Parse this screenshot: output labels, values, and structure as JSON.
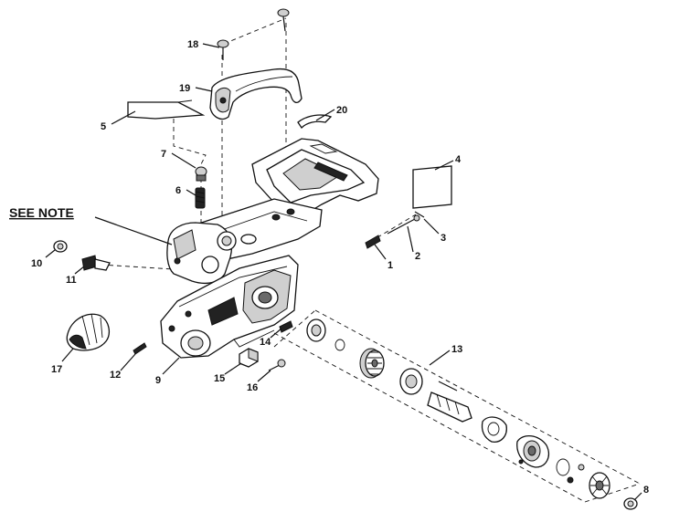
{
  "note_label": "SEE NOTE",
  "callouts": {
    "c1": "1",
    "c2": "2",
    "c3": "3",
    "c4": "4",
    "c5": "5",
    "c6": "6",
    "c7": "7",
    "c8": "8",
    "c9": "9",
    "c10": "10",
    "c11": "11",
    "c12": "12",
    "c13": "13",
    "c14": "14",
    "c15": "15",
    "c16": "16",
    "c17": "17",
    "c18": "18",
    "c19": "19",
    "c20": "20"
  }
}
